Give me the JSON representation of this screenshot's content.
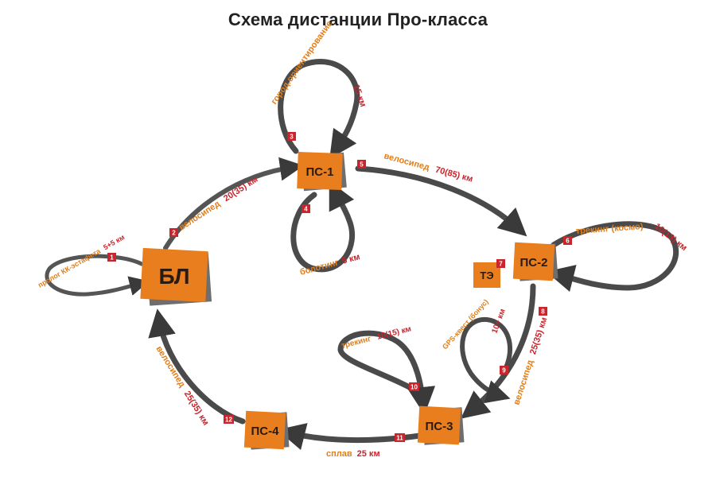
{
  "title": "Схема дистанции Про-класса",
  "colors": {
    "node": "#e87e1e",
    "node_shadow": "#6e6e6e",
    "arrow": "#4a4a4a",
    "marker": "#c8252c",
    "label_orange": "#e07e1b",
    "label_red": "#c8252c"
  },
  "nodes": {
    "bl": "БЛ",
    "ps1": "ПС-1",
    "ps2": "ПС-2",
    "ps3": "ПС-3",
    "ps4": "ПС-4",
    "te": "ТЭ"
  },
  "markers": [
    "1",
    "2",
    "3",
    "4",
    "5",
    "6",
    "7",
    "8",
    "9",
    "10",
    "11",
    "12"
  ],
  "legs": {
    "l1": {
      "name": "пролог КК-эстафета",
      "dist": "5+5 км"
    },
    "l2": {
      "name": "велосипед",
      "dist": "20(35) км"
    },
    "l3": {
      "name": "город.ориентирование",
      "dist": "15 км"
    },
    "l4": {
      "name": "болотинг",
      "dist": "5 км"
    },
    "l5": {
      "name": "велосипед",
      "dist": "70(85) км"
    },
    "l6": {
      "name": "трекинг (космо)",
      "dist": "10(13) км"
    },
    "l8": {
      "name": "велосипед",
      "dist": "25(35) км"
    },
    "l9": {
      "name": "GPS-квест (бонус)",
      "dist": "10+ км"
    },
    "l10": {
      "name": "трекинг",
      "dist": "10(15) км"
    },
    "l11": {
      "name": "сплав",
      "dist": "25 км"
    },
    "l12": {
      "name": "велосипед",
      "dist": "25(35) км"
    }
  }
}
